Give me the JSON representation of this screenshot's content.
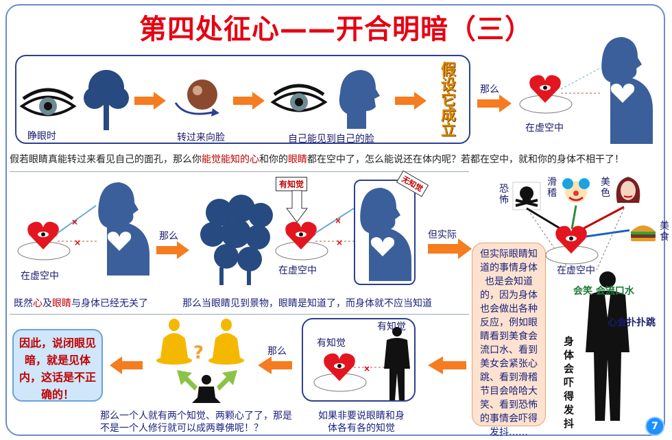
{
  "title": "第四处征心——开合明暗（三）",
  "row1": {
    "captions": {
      "open_eyes": "睁眼时",
      "turn_face": "转过来向脸",
      "see_own_face": "自己能见到自己的脸",
      "in_air": "在虚空中"
    },
    "vertical_text": [
      "假",
      "设",
      "它",
      "成",
      "立"
    ],
    "then_label": "那么",
    "sentence": {
      "p1": "假若眼睛真能转过来看见自己的面孔，那么你",
      "p2": "能觉能知的心",
      "p3": "和你的",
      "p4": "眼睛",
      "p5": "都在空中了，怎么能说还在体内呢？若都在空中，就和你的身体不相干了！"
    }
  },
  "row2": {
    "in_air_left": "在虚空中",
    "then_label": "那么",
    "has_awareness": "有知觉",
    "no_awareness": "无知觉",
    "in_air_mid": "在虚空中",
    "but_actually": "但实际",
    "left_sentence": {
      "p1": "既然",
      "p2": "心",
      "p3": "及",
      "p4": "眼睛",
      "p5": "与身体已经无关了"
    },
    "mid_sentence": "那么当眼睛见到景物，眼睛是知道了，而身体就不应当知道",
    "reactions": {
      "fear": "恐怖",
      "funny": "滑稽",
      "beauty": "美色",
      "food": "美食",
      "in_air": "在虚空中",
      "laugh_drool": "会笑  会流口水",
      "heart_pound": "心会扑扑跳",
      "tremble": "身体会吓得发抖"
    }
  },
  "callout": "但实际眼睛知道的事情身体也是会知道的，因为身体也会做出各种反应，例如眼睛看到美食会流口水、看到美女会紧张心跳、看到滑稽节目会哈哈大笑、看到恐怖的事情会吓得发抖……",
  "row3": {
    "has_awareness_a": "有知觉",
    "has_awareness_b": "有知觉",
    "caption": "如果非要说眼睛和身体各有各的知觉",
    "then_label": "那么",
    "question_mark": "?",
    "question": "那么一个人就有两个知觉、两颗心了了，那是不是一个人修行就可以成两尊佛呢！？",
    "conclusion": "因此，说闭眼见暗，就是见体内，这话是不正确的！"
  },
  "page_number": "7",
  "colors": {
    "title": "#e60012",
    "navy": "#2e3f8f",
    "silhouette": "#3b5f9a",
    "arrow": "#f57c1f",
    "heart": "#e3161f"
  },
  "icons": [
    "eye-icon",
    "tree-icon",
    "eyeball-icon",
    "head-silhouette-icon",
    "heart-icon",
    "cloud-icon",
    "body-silhouette-icon",
    "forest-icon",
    "skull-icon",
    "clown-icon",
    "woman-face-icon",
    "burger-icon",
    "man-in-suit-icon",
    "buddha-icon",
    "meditator-icon"
  ]
}
